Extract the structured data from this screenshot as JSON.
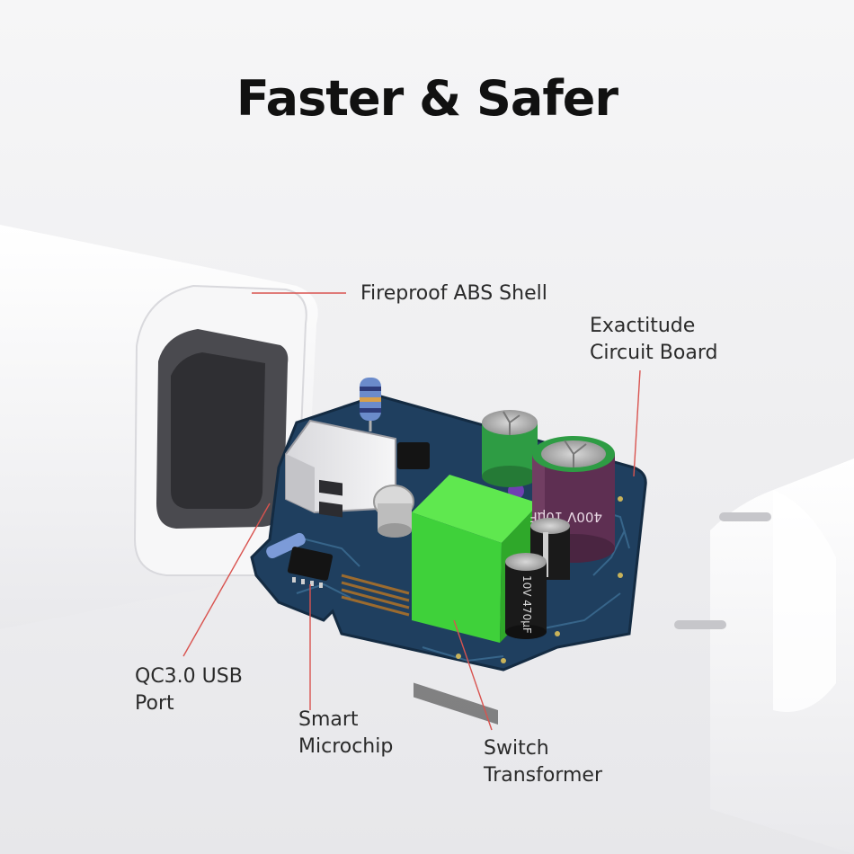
{
  "title": "Faster & Safer",
  "callouts": {
    "shell": "Fireproof ABS Shell",
    "board_line1": "Exactitude",
    "board_line2": "Circuit Board",
    "usb_line1": "QC3.0 USB",
    "usb_line2": "Port",
    "chip_line1": "Smart",
    "chip_line2": "Microchip",
    "transformer_line1": "Switch",
    "transformer_line2": "Transformer"
  },
  "capacitor_marks": {
    "large_cap": "400V 10μF",
    "small_cap": "10V 470μF"
  },
  "colors": {
    "leader_line": "#d9534f",
    "pcb": "#1f3f5f",
    "transformer": "#3fd13a",
    "capacitor_green": "#2e9c44",
    "capacitor_purple": "#5e2f52"
  }
}
